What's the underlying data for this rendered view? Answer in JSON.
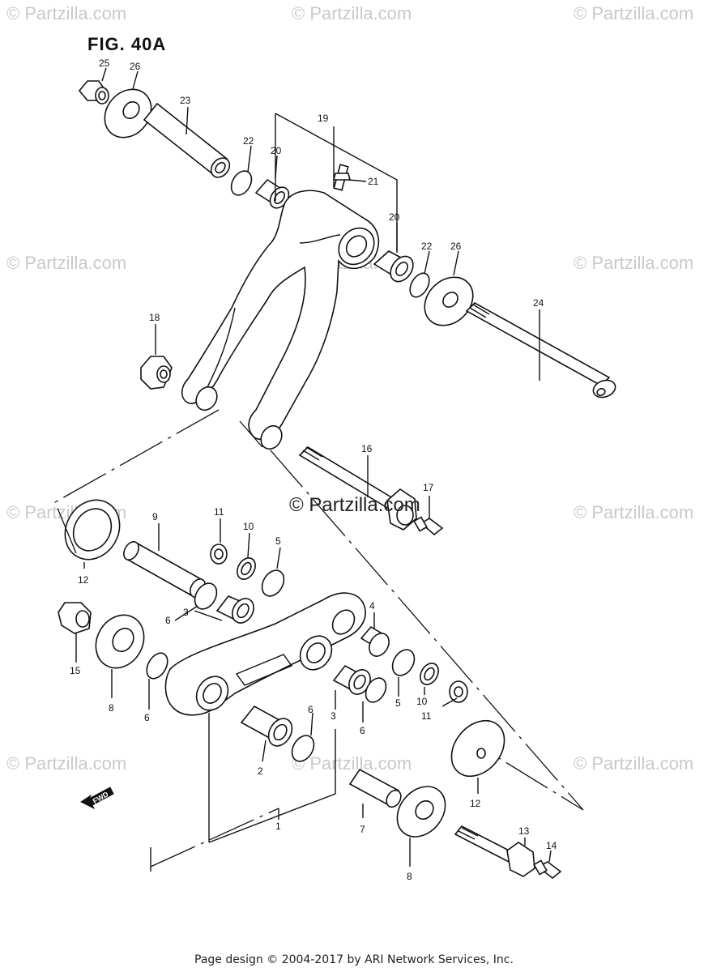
{
  "figure": {
    "title": "FIG. 40A"
  },
  "watermark": {
    "text": "© Partzilla.com"
  },
  "center_watermark": {
    "text": "© Partzilla.com"
  },
  "footer": {
    "text": "Page design © 2004-2017 by ARI Network Services, Inc."
  },
  "fwd_badge": {
    "text": "FWD"
  },
  "labels": {
    "l1": "1",
    "l2": "2",
    "l3a": "3",
    "l3b": "3",
    "l4": "4",
    "l5a": "5",
    "l5b": "5",
    "l6a": "6",
    "l6b": "6",
    "l6c": "6",
    "l6d": "6",
    "l7": "7",
    "l8a": "8",
    "l8b": "8",
    "l9": "9",
    "l10a": "10",
    "l10b": "10",
    "l11a": "11",
    "l11b": "11",
    "l12a": "12",
    "l12b": "12",
    "l13": "13",
    "l14": "14",
    "l15": "15",
    "l16": "16",
    "l17": "17",
    "l18": "18",
    "l19": "19",
    "l20a": "20",
    "l20b": "20",
    "l21": "21",
    "l22a": "22",
    "l22b": "22",
    "l23": "23",
    "l24": "24",
    "l25": "25",
    "l26a": "26",
    "l26b": "26"
  }
}
